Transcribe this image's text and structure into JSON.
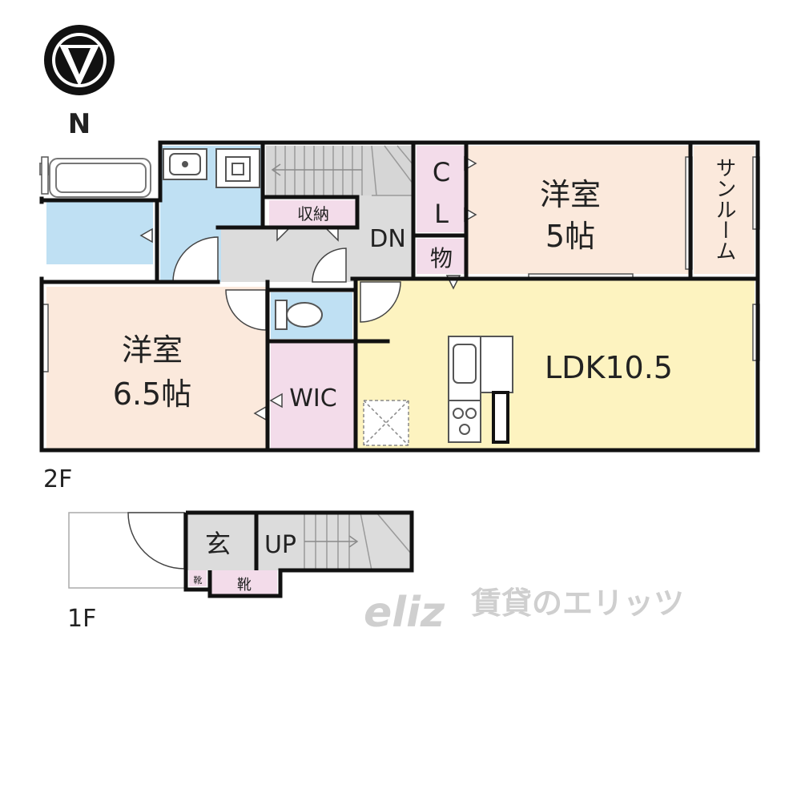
{
  "compass": {
    "label": "N"
  },
  "floors": {
    "second": "2F",
    "first": "1F"
  },
  "rooms": {
    "western_6_5": {
      "name": "洋室",
      "size": "6.5帖"
    },
    "western_5": {
      "name": "洋室",
      "size": "5帖"
    },
    "ldk": {
      "label": "LDK10.5"
    },
    "sunroom": {
      "label": "サンルーム"
    },
    "wic": {
      "label": "WIC"
    },
    "closet_c": "C",
    "closet_l": "L",
    "storage": "物",
    "storage_upper": "収納",
    "stairs_down": "DN",
    "entrance": "玄",
    "stairs_up": "UP",
    "shoe_box": "靴",
    "shoe_box_small": "靴"
  },
  "watermark": {
    "logo": "eliz",
    "text": "賃貸のエリッツ"
  },
  "colors": {
    "wall": "#111111",
    "western_room": "#fbe9dc",
    "ldk": "#fdf3c0",
    "closet": "#f3dcea",
    "wet_area": "#bfe0f3",
    "hall": "#dcdcdc",
    "white": "#ffffff"
  }
}
